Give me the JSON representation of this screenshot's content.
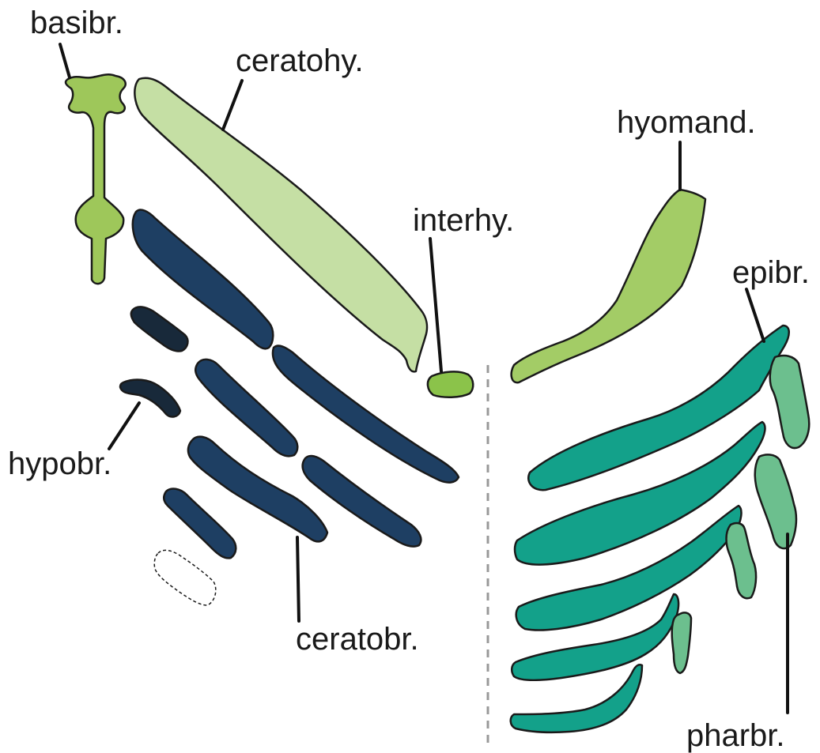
{
  "labels": {
    "basibr": "basibr.",
    "ceratohy": "ceratohy.",
    "hyomand": "hyomand.",
    "interhy": "interhy.",
    "epibr": "epibr.",
    "hypobr": "hypobr.",
    "ceratobr": "ceratobr.",
    "pharbr": "pharbr."
  },
  "colors": {
    "hyoid_light": "#c5dfa4",
    "hyoid_mid": "#9ec75a",
    "interhyal": "#8bc34a",
    "ceratobranchial": "#1e3f63",
    "hypobranchial": "#18293a",
    "epibranchial": "#13a18a",
    "pharyngobranchial": "#6cbf8e",
    "outline": "#1a1a1a",
    "midline": "#999999"
  }
}
